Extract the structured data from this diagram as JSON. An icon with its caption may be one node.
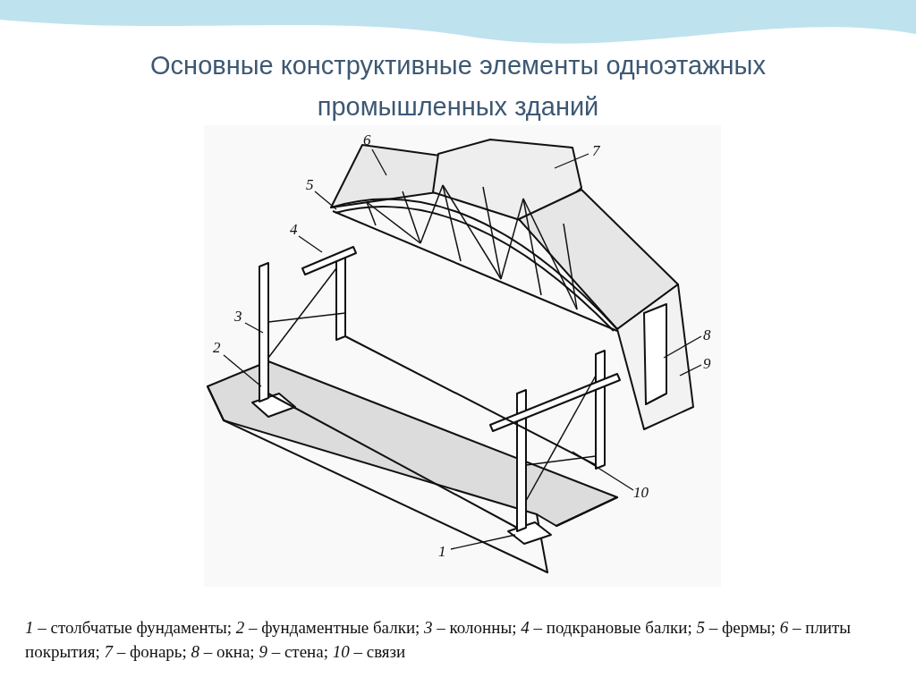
{
  "diagram": {
    "title": "Основные конструктивные элементы одноэтажных промышленных зданий",
    "caption": "*1* – столбчатые фундаменты; *2* – фундаментные балки; *3* – колонны; *4* – подкрановые балки; *5* – фермы; *6* – плиты покрытия; *7* – фонарь; *8* – окна; *9* – стена; *10* – связи",
    "nodes": [
      {
        "text": [
          "6"
        ]
      },
      {
        "text": [
          "7"
        ]
      },
      {
        "text": [
          "5"
        ]
      },
      {
        "text": [
          "4"
        ]
      },
      {
        "text": [
          "3"
        ]
      },
      {
        "text": [
          "2"
        ]
      },
      {
        "text": [
          "8"
        ]
      },
      {
        "text": [
          "9"
        ]
      },
      {
        "text": [
          "10"
        ]
      },
      {
        "text": [
          "1"
        ]
      }
    ],
    "edges": [
      {
        "from": 0,
        "to": null,
        "arrow": "none"
      },
      {
        "from": 1,
        "to": null,
        "arrow": "none"
      },
      {
        "from": 2,
        "to": null,
        "arrow": "none"
      },
      {
        "from": 3,
        "to": null,
        "arrow": "none"
      },
      {
        "from": 4,
        "to": null,
        "arrow": "none"
      },
      {
        "from": 5,
        "to": null,
        "arrow": "none"
      },
      {
        "from": 6,
        "to": null,
        "arrow": "none"
      },
      {
        "from": 7,
        "to": null,
        "arrow": "none"
      },
      {
        "from": 8,
        "to": null,
        "arrow": "none"
      },
      {
        "from": 9,
        "to": null,
        "arrow": "none"
      }
    ]
  }
}
